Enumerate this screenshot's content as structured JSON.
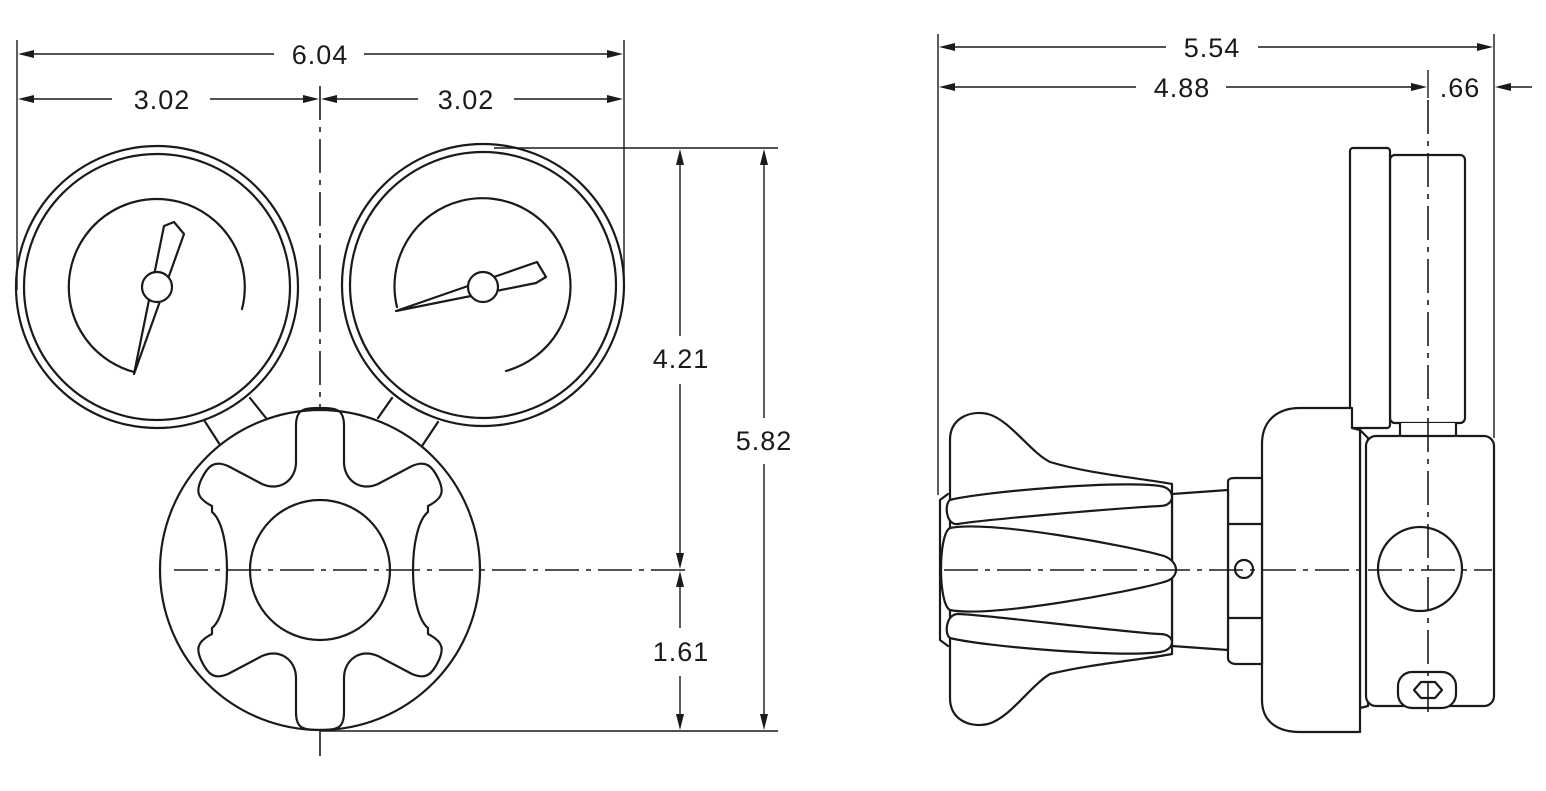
{
  "front_view": {
    "dims": {
      "overall_width": "6.04",
      "left_half": "3.02",
      "right_half": "3.02",
      "gauge_height": "4.21",
      "overall_height": "5.82",
      "knob_center_height": "1.61"
    }
  },
  "side_view": {
    "dims": {
      "overall_depth": "5.54",
      "body_depth": "4.88",
      "gauge_offset": ".66"
    }
  }
}
